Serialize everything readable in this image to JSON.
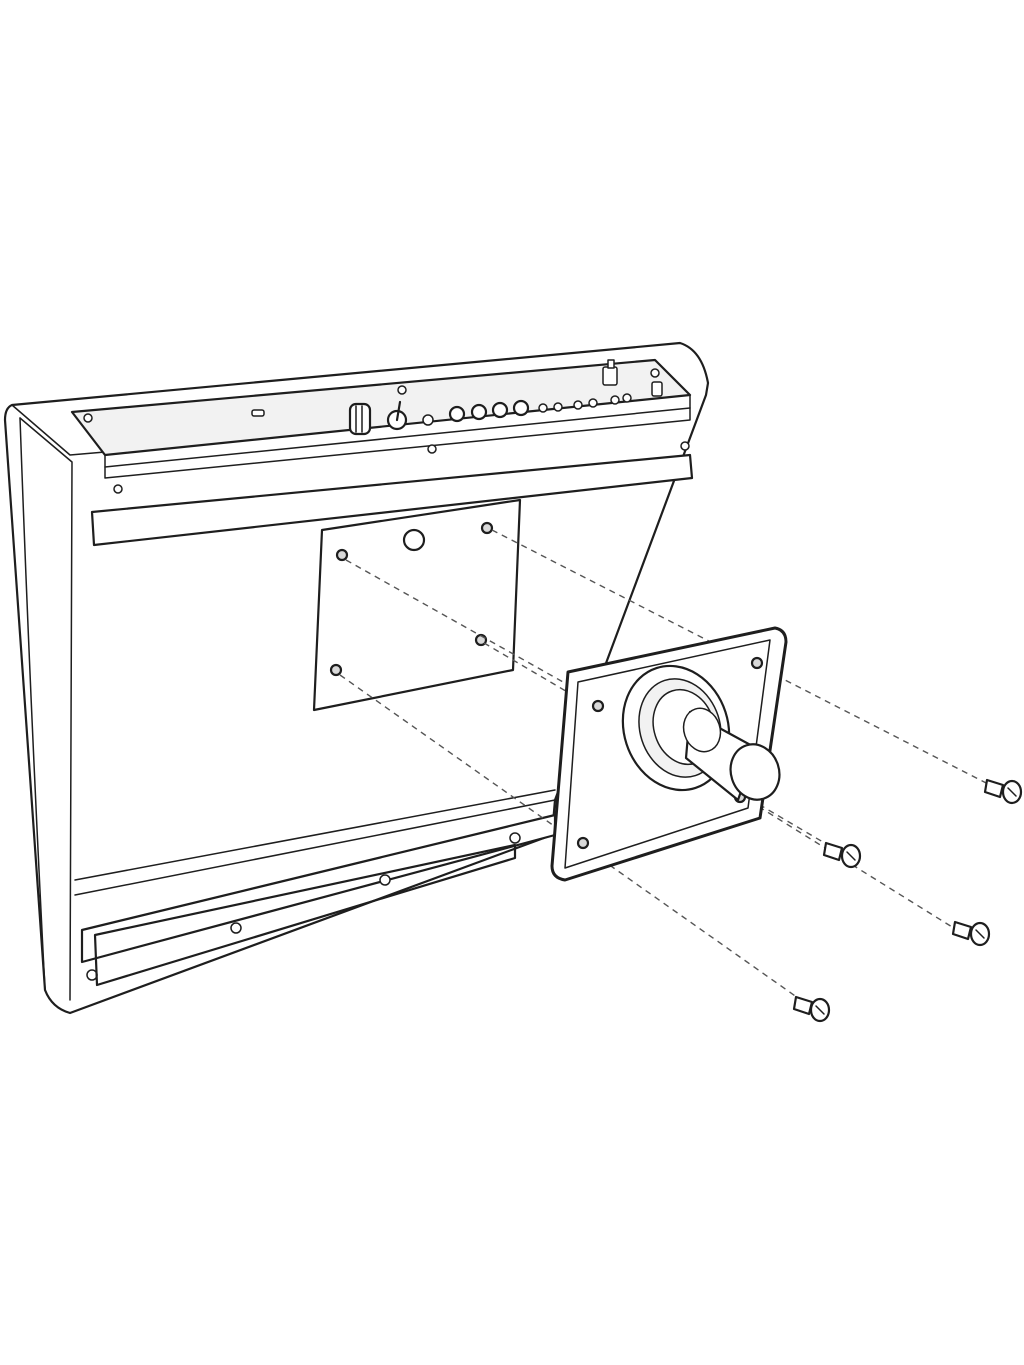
{
  "figure": {
    "kind": "exploded-assembly-illustration",
    "subject": "monitor-back-with-mounting-adapter",
    "colors": {
      "line": "#1e1e1e",
      "background": "#ffffff",
      "shade": "#d9d9d9",
      "guide": "#555555"
    },
    "parts": {
      "screw_count": 4,
      "mounting_holes": 4
    }
  }
}
